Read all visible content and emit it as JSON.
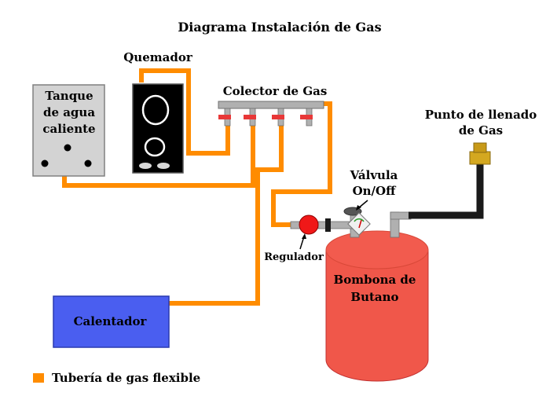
{
  "title": "Diagrama Instalación de Gas",
  "labels": {
    "quemador": "Quemador",
    "colector": "Colector de Gas",
    "tanque": [
      "Tanque",
      "de agua",
      "caliente"
    ],
    "punto_llenado": [
      "Punto de llenado",
      "de Gas"
    ],
    "valvula": [
      "Válvula",
      "On/Off"
    ],
    "regulador": "Regulador",
    "bombona": [
      "Bombona de",
      "Butano"
    ],
    "calentador": "Calentador"
  },
  "legend": {
    "label": "Tubería de gas flexible"
  },
  "colors": {
    "pipe": "#ff8c00",
    "tank_panel": "#d3d3d3",
    "burner": "#000000",
    "manifold": "#b0b0b0",
    "manifold_valve": "#e83838",
    "cylinder": "#f0574a",
    "regulator": "#f01818",
    "heater": "#4a5ef0",
    "filler_pipe": "#1a1a1a",
    "filler_cap": "#d4a820"
  },
  "icons": [
    "burner-ring-icon",
    "gauge-icon",
    "arrow-icon"
  ]
}
